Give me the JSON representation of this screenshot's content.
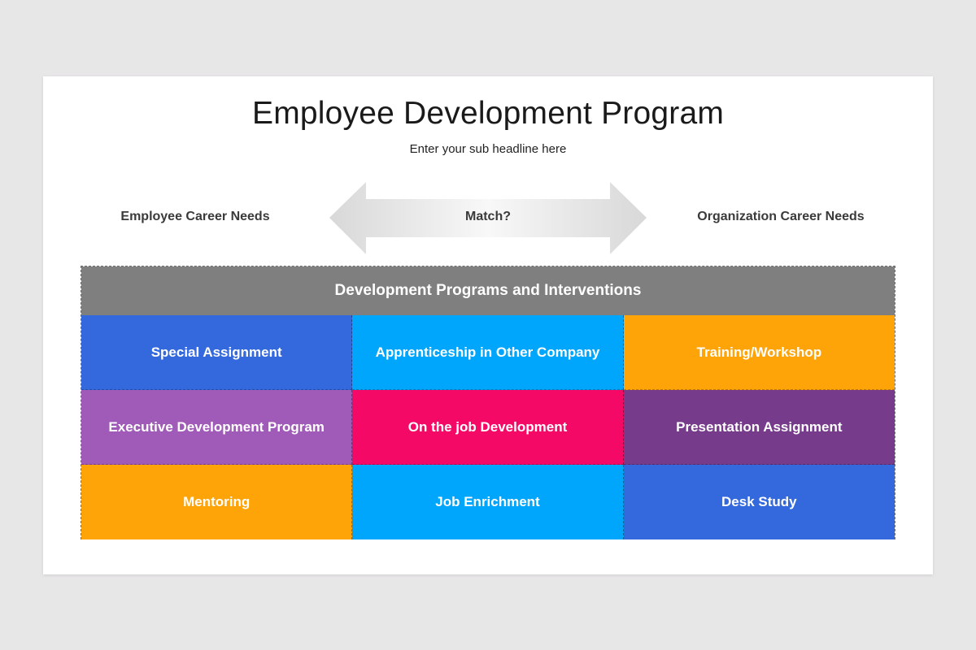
{
  "slide": {
    "title": "Employee Development Program",
    "subtitle": "Enter your sub headline here",
    "left_label": "Employee Career Needs",
    "right_label": "Organization Career Needs",
    "arrow_label": "Match?",
    "grid_header": "Development Programs and Interventions",
    "cells": [
      {
        "label": "Special Assignment",
        "color": "#3469de"
      },
      {
        "label": "Apprenticeship in Other Company",
        "color": "#00a6fb"
      },
      {
        "label": "Training/Workshop",
        "color": "#fea408"
      },
      {
        "label": "Executive Development Program",
        "color": "#a05ab8"
      },
      {
        "label": "On the job Development",
        "color": "#f40a66"
      },
      {
        "label": "Presentation Assignment",
        "color": "#773b8c"
      },
      {
        "label": "Mentoring",
        "color": "#fea408"
      },
      {
        "label": "Job Enrichment",
        "color": "#00a6fb"
      },
      {
        "label": "Desk Study",
        "color": "#3469de"
      }
    ]
  },
  "colors": {
    "background": "#e8e7e8",
    "header_gray": "#7f7f7f",
    "arrow_gradient": [
      "#d9d9d9",
      "#f7f7f7"
    ]
  }
}
